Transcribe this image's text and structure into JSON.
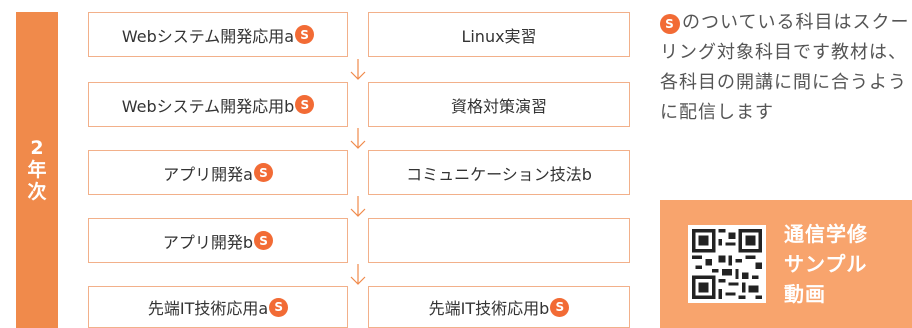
{
  "year": {
    "label": "2年次"
  },
  "courses": {
    "r1_left": "Webシステム開発応用a",
    "r1_right": "Linux実習",
    "r2_left": "Webシステム開発応用b",
    "r2_right": "資格対策演習",
    "r3_left": "アプリ開発a",
    "r3_right": "コミュニケーション技法b",
    "r4_left": "アプリ開発b",
    "r4_right": "",
    "r5_left": "先端IT技術応用a",
    "r5_right": "先端IT技術応用b"
  },
  "badge": {
    "letter": "S",
    "color": "#f26b35"
  },
  "note": {
    "text": "のついている科目はスクーリング対象科目です教材は、各科目の開講に間に合うように配信します"
  },
  "video": {
    "line1": "通信学修",
    "line2": "サンプル",
    "line3": "動画",
    "icon": "qr-code-icon"
  },
  "colors": {
    "accent": "#f08a4b",
    "border": "#f2b08a",
    "card": "#f8a46d"
  }
}
